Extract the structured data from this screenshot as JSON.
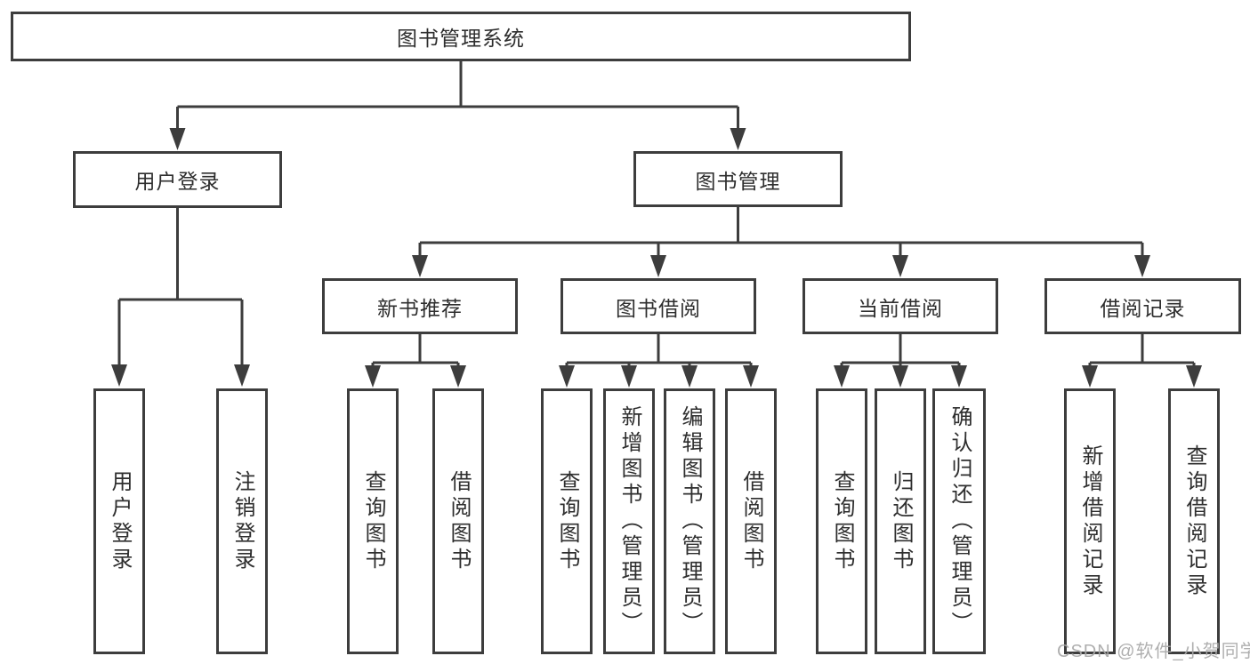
{
  "diagram": {
    "root": {
      "label": "图书管理系统"
    },
    "level2": [
      {
        "label": "用户登录",
        "leaves": [
          {
            "label": "用户登录"
          },
          {
            "label": "注销登录"
          }
        ]
      },
      {
        "label": "图书管理",
        "children": [
          {
            "label": "新书推荐",
            "leaves": [
              {
                "label": "查询图书"
              },
              {
                "label": "借阅图书"
              }
            ]
          },
          {
            "label": "图书借阅",
            "leaves": [
              {
                "label": "查询图书"
              },
              {
                "label": "新增图书（管理员）"
              },
              {
                "label": "编辑图书（管理员）"
              },
              {
                "label": "借阅图书"
              }
            ]
          },
          {
            "label": "当前借阅",
            "leaves": [
              {
                "label": "查询图书"
              },
              {
                "label": "归还图书"
              },
              {
                "label": "确认归还（管理员）"
              }
            ]
          },
          {
            "label": "借阅记录",
            "leaves": [
              {
                "label": "新增借阅记录"
              },
              {
                "label": "查询借阅记录"
              }
            ]
          }
        ]
      }
    ],
    "watermark": "CSDN @软件_小贺同学",
    "colors": {
      "line": "#3d3d3d",
      "text": "#2e2e2e",
      "watermark": "#a8a8a8",
      "background": "#ffffff"
    }
  }
}
